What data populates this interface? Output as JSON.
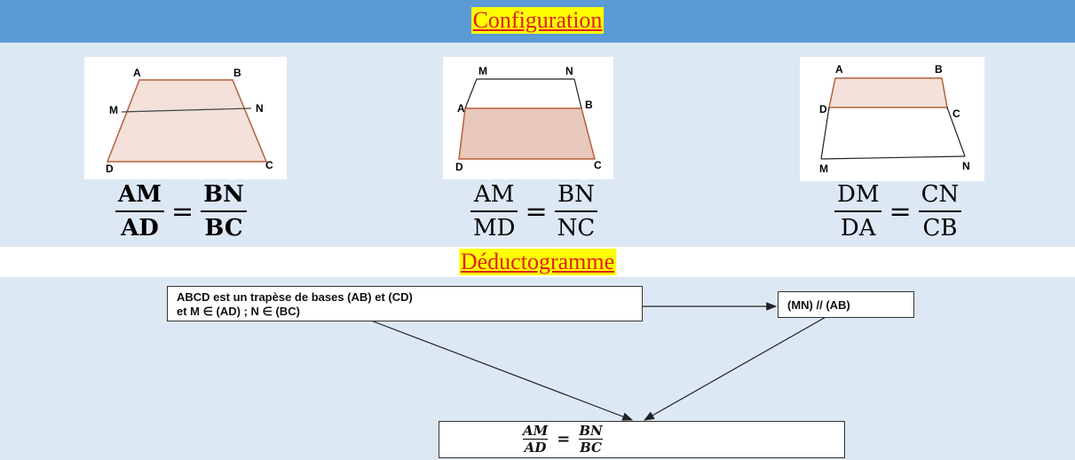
{
  "headers": {
    "configuration": "Configuration",
    "deductogramme": "Déductogramme"
  },
  "figures": [
    {
      "labels": {
        "top_left": "A",
        "top_right": "B",
        "mid_left": "M",
        "mid_right": "N",
        "bottom_left": "D",
        "bottom_right": "C"
      },
      "ratio": {
        "left_num": "AM",
        "left_den": "AD",
        "right_num": "BN",
        "right_den": "BC"
      }
    },
    {
      "labels": {
        "top_left": "M",
        "top_right": "N",
        "mid_left": "A",
        "mid_right": "B",
        "bottom_left": "D",
        "bottom_right": "C"
      },
      "ratio": {
        "left_num": "AM",
        "left_den": "MD",
        "right_num": "BN",
        "right_den": "NC"
      }
    },
    {
      "labels": {
        "top_left": "A",
        "top_right": "B",
        "mid_left": "D",
        "mid_right": "C",
        "bottom_left": "M",
        "bottom_right": "N"
      },
      "ratio": {
        "left_num": "DM",
        "left_den": "DA",
        "right_num": "CN",
        "right_den": "CB"
      }
    }
  ],
  "equals_sign": "=",
  "deductogram": {
    "premise_line1": "ABCD est un trapèse de bases (AB)  et (CD)",
    "premise_line2": "et  M ∈ (AD) ; N ∈ (BC)",
    "condition": "(MN) // (AB)",
    "result": {
      "left_num": "AM",
      "left_den": "AD",
      "right_num": "BN",
      "right_den": "BC"
    }
  },
  "colors": {
    "title_bar": "#5b9bd5",
    "panel": "#dde8f5",
    "highlight": "#ffff00",
    "title_text": "#e02020",
    "trapezoid_edge": "#b5603a",
    "trapezoid_fill": "#f3e1da",
    "trapezoid_fill_dark": "#e8c8bb"
  }
}
